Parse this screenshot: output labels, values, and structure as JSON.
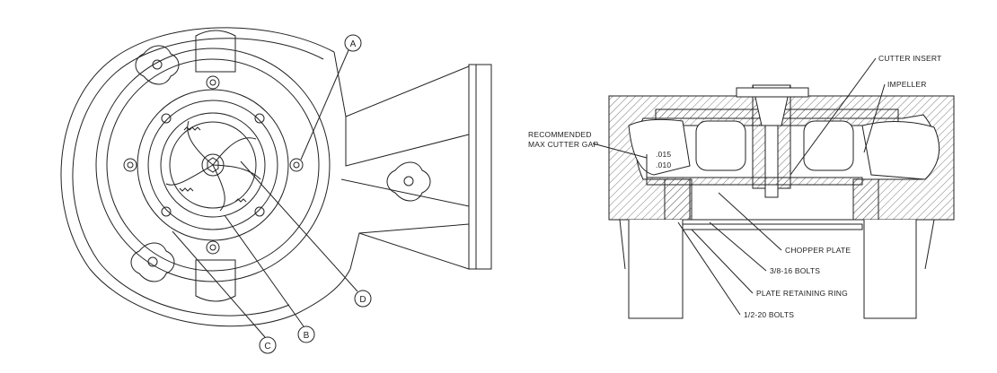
{
  "views": {
    "front": {
      "callouts": [
        {
          "id": "A",
          "text": "A"
        },
        {
          "id": "B",
          "text": "B"
        },
        {
          "id": "C",
          "text": "C"
        },
        {
          "id": "D",
          "text": "D"
        }
      ]
    },
    "section": {
      "labels": {
        "cutter_insert": "CUTTER INSERT",
        "impeller": "IMPELLER",
        "recommended_line1": "RECOMMENDED",
        "recommended_line2": "MAX CUTTER GAP",
        "gap_upper": ".015",
        "gap_lower": ".010",
        "chopper_plate": "CHOPPER PLATE",
        "bolts_3_8": "3/8-16 BOLTS",
        "retaining_ring": "PLATE RETAINING RING",
        "bolts_1_2": "1/2-20 BOLTS"
      }
    }
  },
  "colors": {
    "line": "#222222",
    "hatch": "#555555",
    "background": "#ffffff"
  }
}
